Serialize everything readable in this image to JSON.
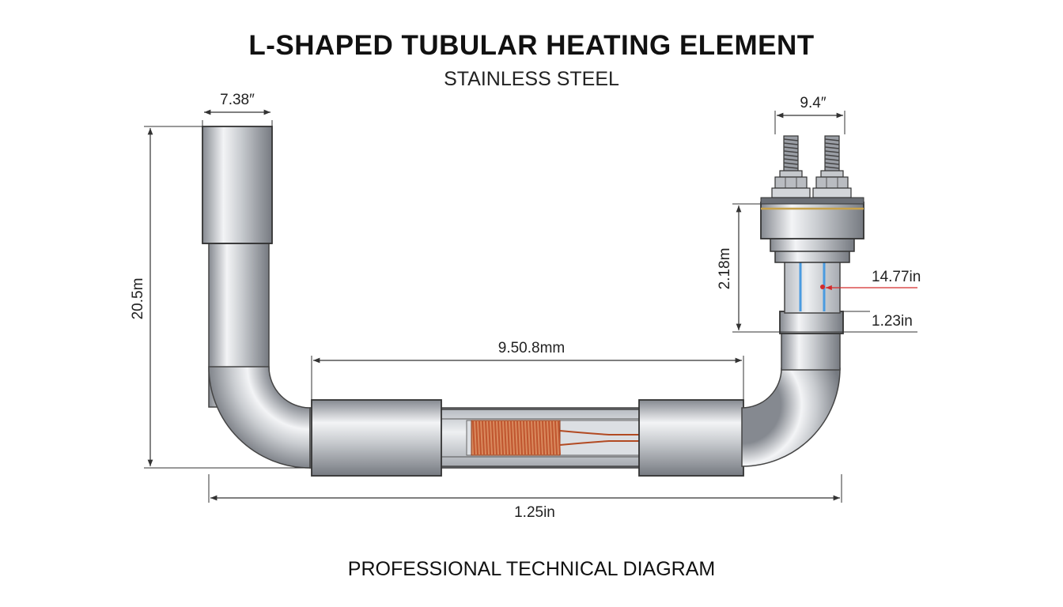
{
  "title": "L-SHAPED TUBULAR HEATING ELEMENT",
  "subtitle": "STAINLESS STEEL",
  "footer": "PROFESSIONAL TECHNICAL DIAGRAM",
  "dimensions": {
    "top_tube_width": "7.38″",
    "terminal_spacing": "9.4″",
    "left_height": "20.5m",
    "terminal_height": "2.18m",
    "sheath_diameter": "14.77in",
    "collar_diameter": "1.23in",
    "heated_length": "9.50.8mm",
    "overall_length": "1.25in"
  },
  "colors": {
    "steel_light": "#f2f3f5",
    "steel_dark": "#7c8087",
    "coil": "#c0552e",
    "wire_blue": "#4a9be0",
    "marker_red": "#d42a2a"
  }
}
